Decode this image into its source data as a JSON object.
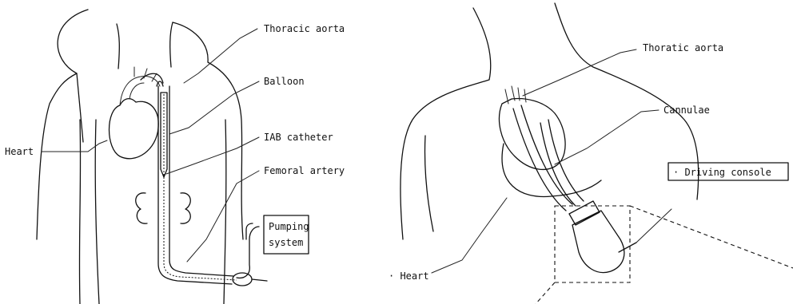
{
  "left_diagram": {
    "labels": {
      "thoracic_aorta": "Thoracic aorta",
      "balloon": "Balloon",
      "iab_catheter": "IAB catheter",
      "femoral_artery": "Femoral artery",
      "heart": "Heart",
      "pumping_system_line1": "Pumping",
      "pumping_system_line2": "system"
    }
  },
  "right_diagram": {
    "labels": {
      "thoratic_aorta": "Thoratic aorta",
      "cannulae": "Cannulae",
      "driving_console": "· Driving console",
      "heart": "· Heart"
    }
  }
}
